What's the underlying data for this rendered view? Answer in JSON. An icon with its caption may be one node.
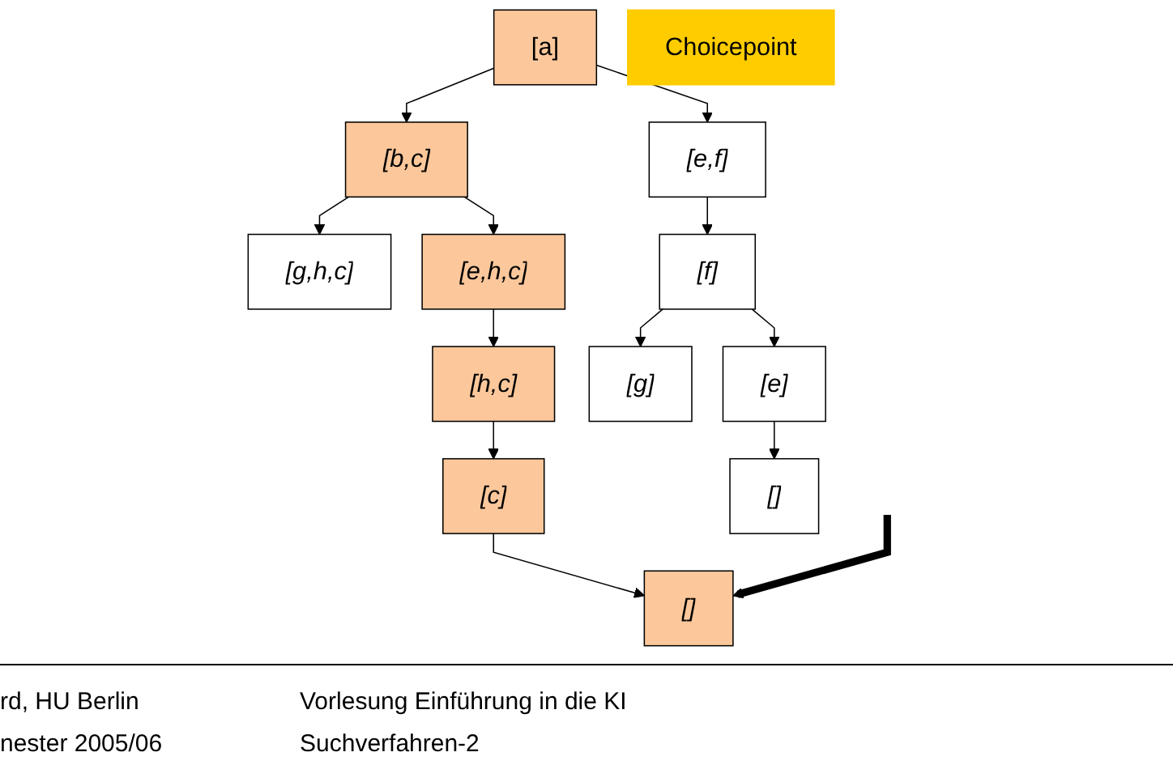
{
  "diagram": {
    "nodes": [
      {
        "text": [
          "[a]"
        ]
      },
      {
        "text": [
          "[b,c]"
        ]
      },
      {
        "text": [
          "[e,f]"
        ]
      },
      {
        "text": [
          "Choicepoint"
        ]
      },
      {
        "text": [
          "[g,h,c]"
        ]
      },
      {
        "text": [
          "[e,h,c]"
        ]
      },
      {
        "text": [
          "[f]"
        ]
      },
      {
        "text": [
          "[h,c]"
        ]
      },
      {
        "text": [
          "[g]"
        ]
      },
      {
        "text": [
          "[e]"
        ]
      },
      {
        "text": [
          "[c]"
        ]
      },
      {
        "text": [
          "[]"
        ]
      },
      {
        "text": [
          "[]"
        ]
      }
    ],
    "edges": [
      {
        "from": 0,
        "to": 1,
        "arrow": "to"
      },
      {
        "from": 0,
        "to": 2,
        "arrow": "to"
      },
      {
        "from": 1,
        "to": 4,
        "arrow": "to"
      },
      {
        "from": 1,
        "to": 5,
        "arrow": "to"
      },
      {
        "from": 2,
        "to": 6,
        "arrow": "to"
      },
      {
        "from": 5,
        "to": 7,
        "arrow": "to"
      },
      {
        "from": 6,
        "to": 8,
        "arrow": "to"
      },
      {
        "from": 6,
        "to": 9,
        "arrow": "to"
      },
      {
        "from": 7,
        "to": 10,
        "arrow": "to"
      },
      {
        "from": 9,
        "to": 11,
        "arrow": "to"
      },
      {
        "from": 10,
        "to": 12,
        "arrow": "to"
      },
      {
        "from": null,
        "to": 12,
        "arrow": "to",
        "style": "thick"
      }
    ],
    "labels": [
      "rd, HU Berlin",
      "Vorlesung Einführung in die KI",
      "nester 2005/06",
      "Suchverfahren-2"
    ]
  }
}
